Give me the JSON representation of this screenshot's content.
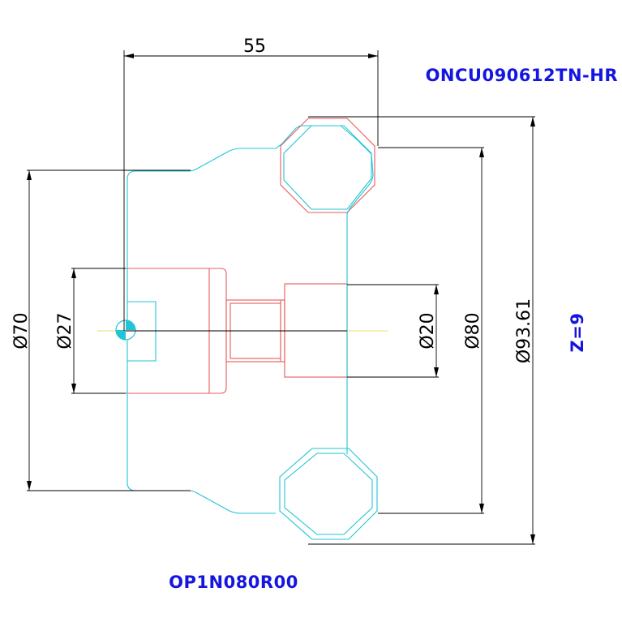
{
  "drawing": {
    "insert_code": "ONCU090612TN-HR",
    "cutter_code": "OP1N080R00",
    "teeth_count": "Z=9",
    "dimensions": {
      "length": "55",
      "bore_diameter": "Ø27",
      "body_diameter": "Ø70",
      "hub_diameter": "Ø20",
      "cutting_diameter": "Ø80",
      "max_diameter": "Ø93.61"
    }
  },
  "colors": {
    "label": "#1515e0",
    "dimension": "#000000",
    "tool_outline": "#22c4d6",
    "holder_outline": "#e85a5a",
    "centerline": "#e8e070"
  }
}
